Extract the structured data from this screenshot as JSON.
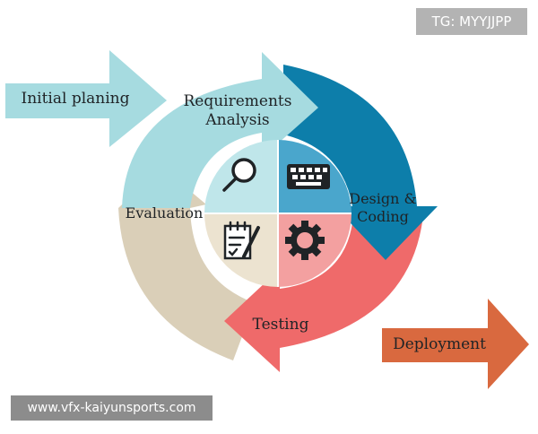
{
  "watermark_top": "TG: MYYJJPP",
  "watermark_bottom": "www.vfx-kaiyunsports.com",
  "phases": {
    "initial": "Initial planing",
    "requirements_line1": "Requirements",
    "requirements_line2": "Analysis",
    "design_line1": "Design &",
    "design_line2": "Coding",
    "testing": "Testing",
    "evaluation": "Evaluation",
    "deployment": "Deployment"
  },
  "icons": [
    "magnifier-icon",
    "keyboard-icon",
    "gear-icon",
    "checklist-pen-icon"
  ],
  "colors": {
    "teal": "#a6dbe0",
    "blue": "#0d7eaa",
    "red": "#ef6a6a",
    "beige": "#dacfb8",
    "orange": "#d9693f",
    "light_blue": "#bfe6ea"
  }
}
